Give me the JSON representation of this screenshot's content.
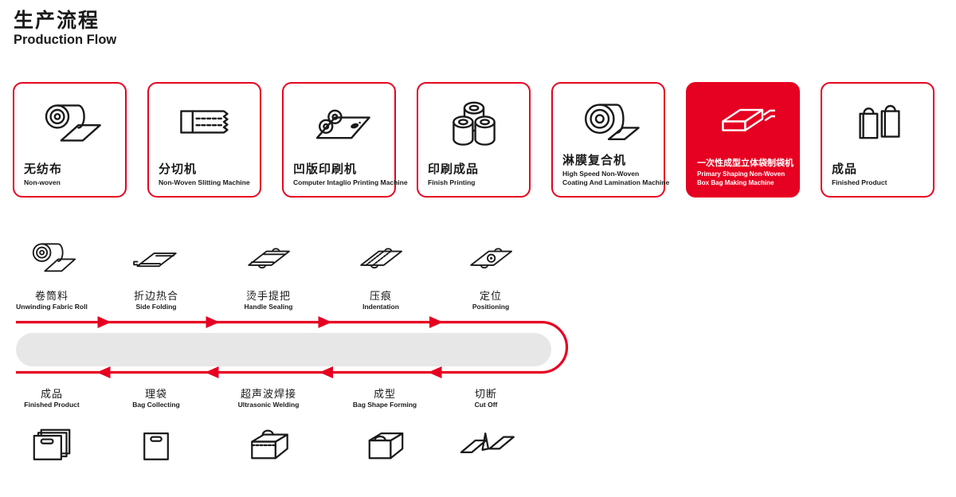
{
  "header": {
    "title_zh": "生产流程",
    "title_en": "Production Flow"
  },
  "colors": {
    "accent": "#e60021",
    "track": "#e7e7e7",
    "ink": "#1a1a1a"
  },
  "machine_cards": [
    {
      "zh": "无纺布",
      "en": "Non-woven",
      "icon": "roll",
      "highlight": false
    },
    {
      "zh": "分切机",
      "en": "Non-Woven Slitting Machine",
      "icon": "slitting",
      "highlight": false
    },
    {
      "zh": "凹版印刷机",
      "en": "Computer Intaglio Printing Machine",
      "icon": "intaglio",
      "highlight": false
    },
    {
      "zh": "印刷成品",
      "en": "Finish Printing",
      "icon": "rolls3",
      "highlight": false
    },
    {
      "zh": "淋膜复合机",
      "en": "High Speed Non-Woven\nCoating And Lamination Machine",
      "icon": "lamination",
      "highlight": false
    },
    {
      "zh": "一次性成型立体袋制袋机",
      "en": "Primary Shaping Non-Woven\nBox Bag Making Machine",
      "icon": "boxbag",
      "highlight": true
    },
    {
      "zh": "成品",
      "en": "Finished Product",
      "icon": "bags2",
      "highlight": false
    }
  ],
  "loop_top_stations": [
    {
      "zh": "卷筒料",
      "en": "Unwinding Fabric Roll",
      "icon": "roll"
    },
    {
      "zh": "折边热合",
      "en": "Side Folding",
      "icon": "fold"
    },
    {
      "zh": "烫手提把",
      "en": "Handle Sealing",
      "icon": "handle"
    },
    {
      "zh": "压痕",
      "en": "Indentation",
      "icon": "indent"
    },
    {
      "zh": "定位",
      "en": "Positioning",
      "icon": "position"
    }
  ],
  "loop_bottom_stations": [
    {
      "zh": "成品",
      "en": "Finished Product",
      "icon": "stack"
    },
    {
      "zh": "理袋",
      "en": "Bag Collecting",
      "icon": "flatbag"
    },
    {
      "zh": "超声波焊接",
      "en": "Ultrasonic Welding",
      "icon": "weld"
    },
    {
      "zh": "成型",
      "en": "Bag Shape Forming",
      "icon": "form"
    },
    {
      "zh": "切断",
      "en": "Cut Off",
      "icon": "cut"
    }
  ]
}
